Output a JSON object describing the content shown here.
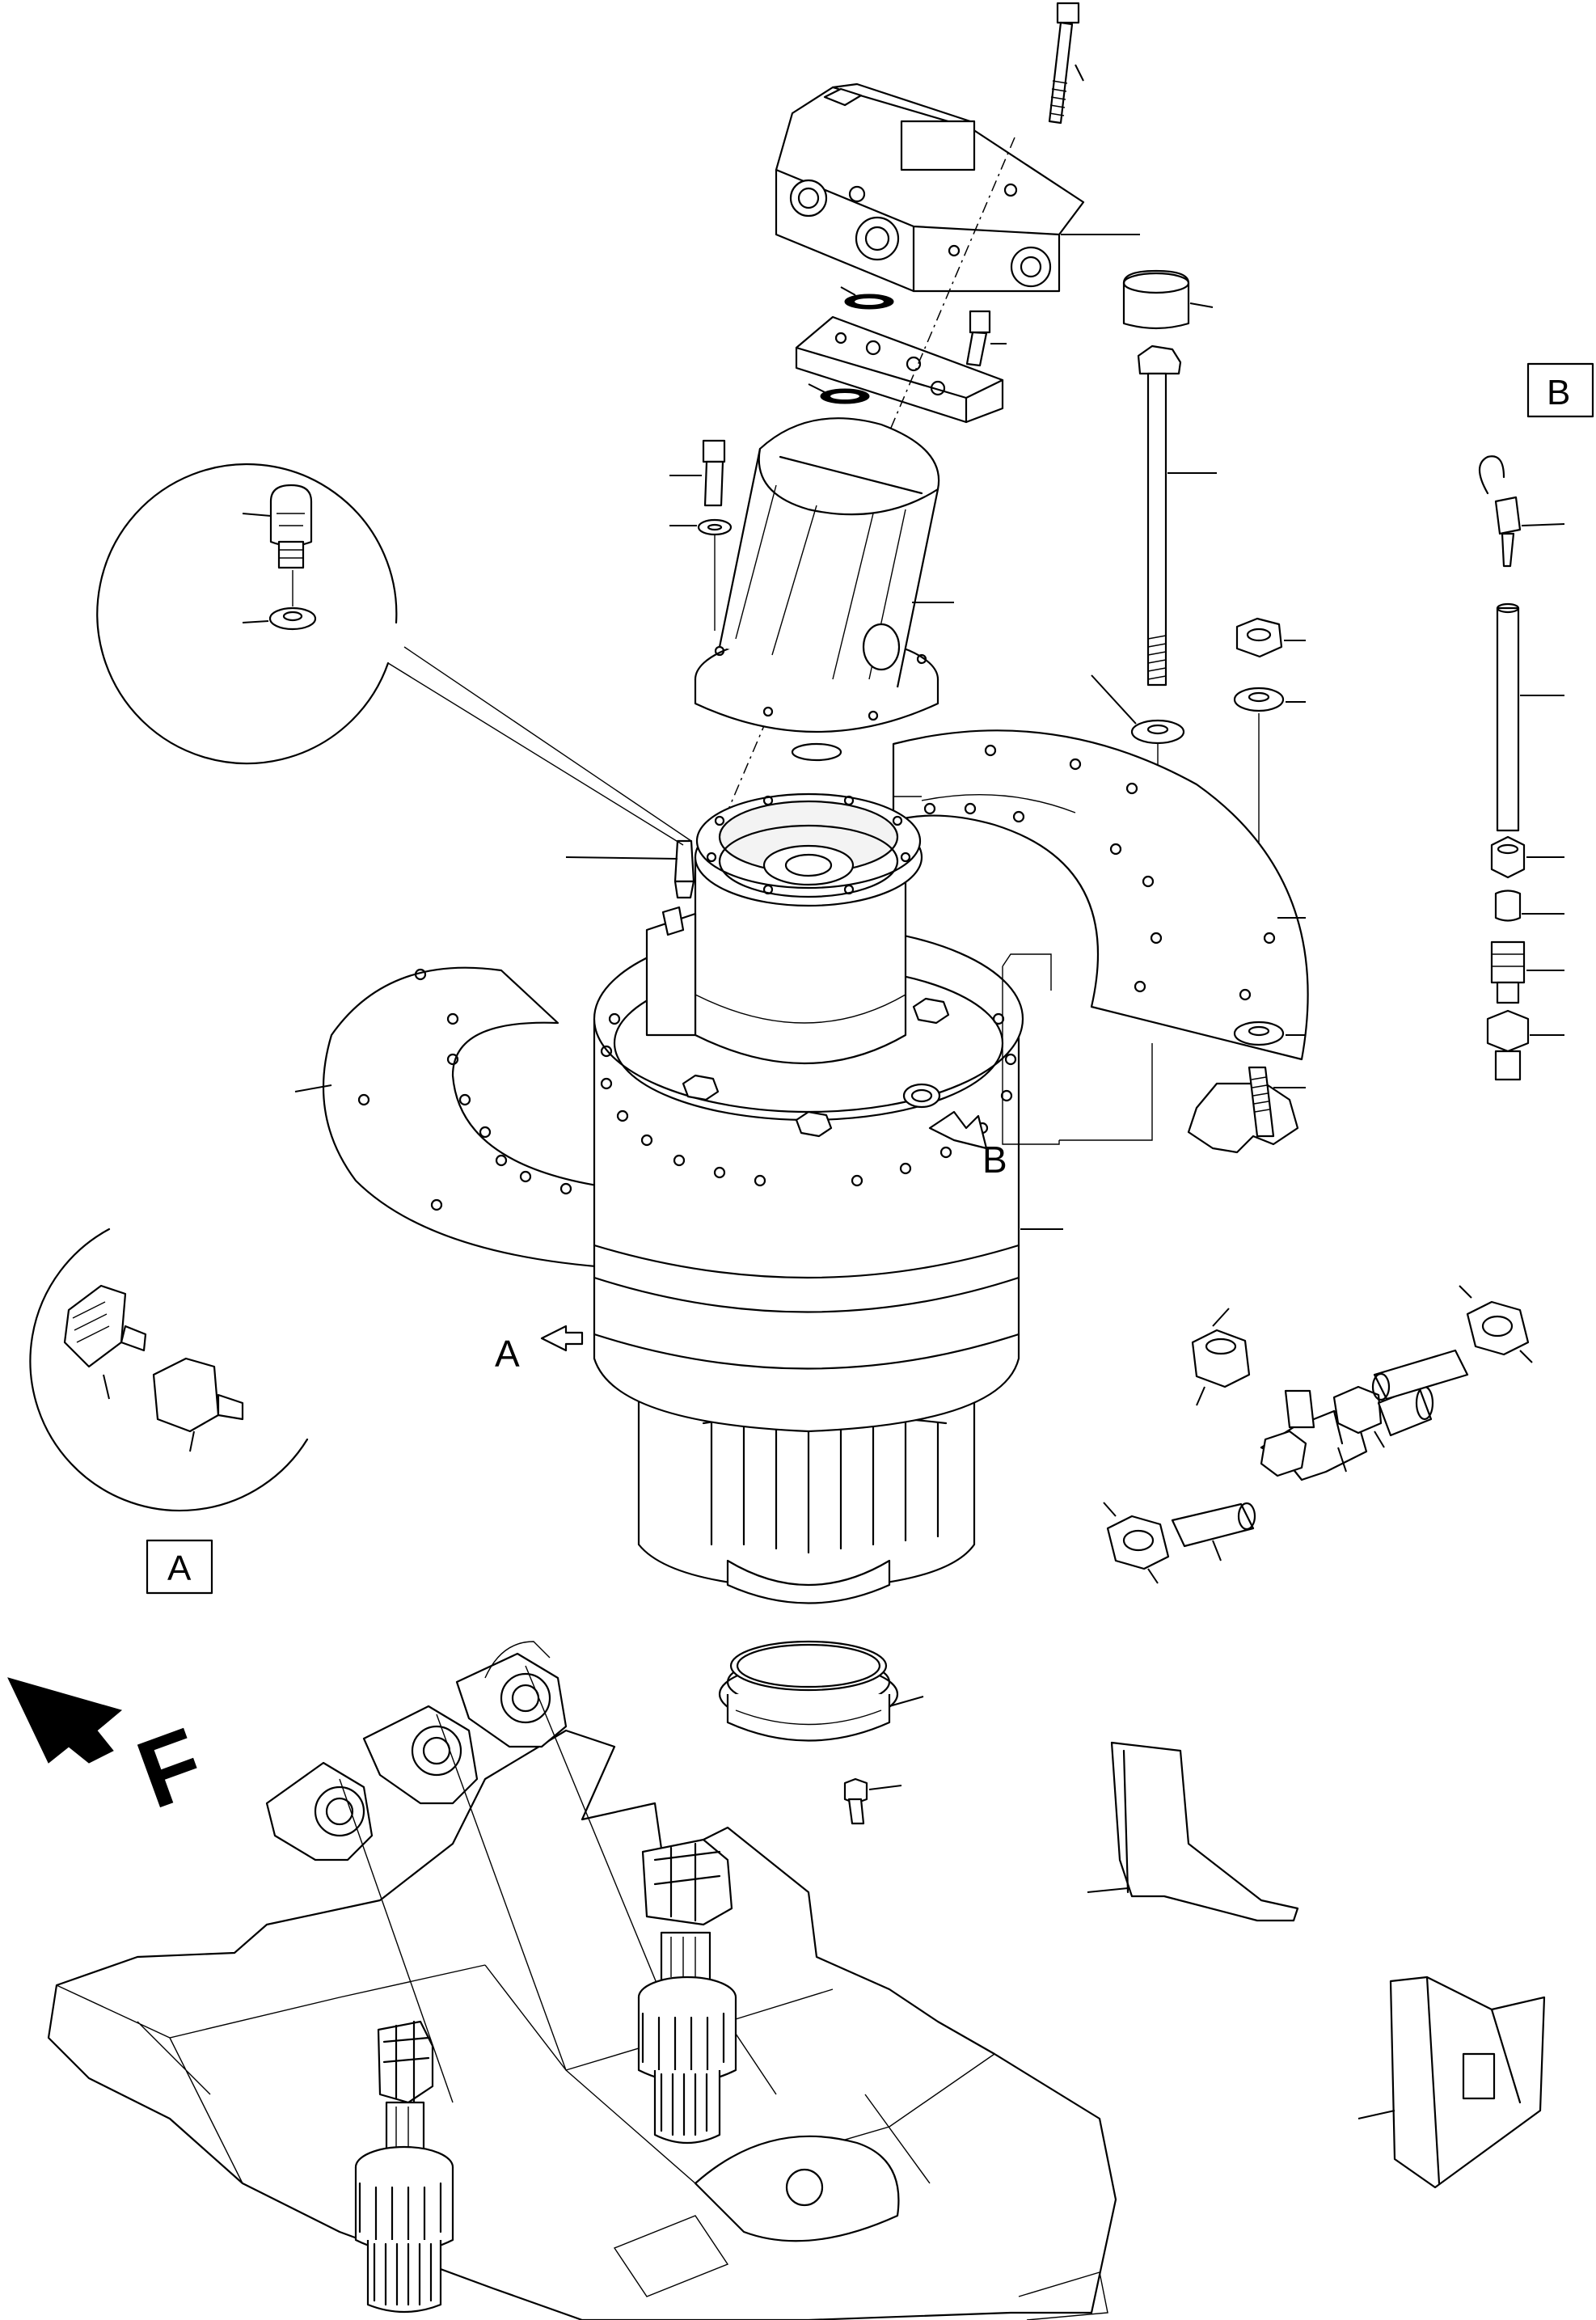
{
  "view_labels": {
    "detail_a": "A",
    "detail_b": "B",
    "arrow_a": "A",
    "arrow_b": "B"
  },
  "direction_marker": "F",
  "colors": {
    "line": "#000000",
    "background": "#ffffff"
  }
}
